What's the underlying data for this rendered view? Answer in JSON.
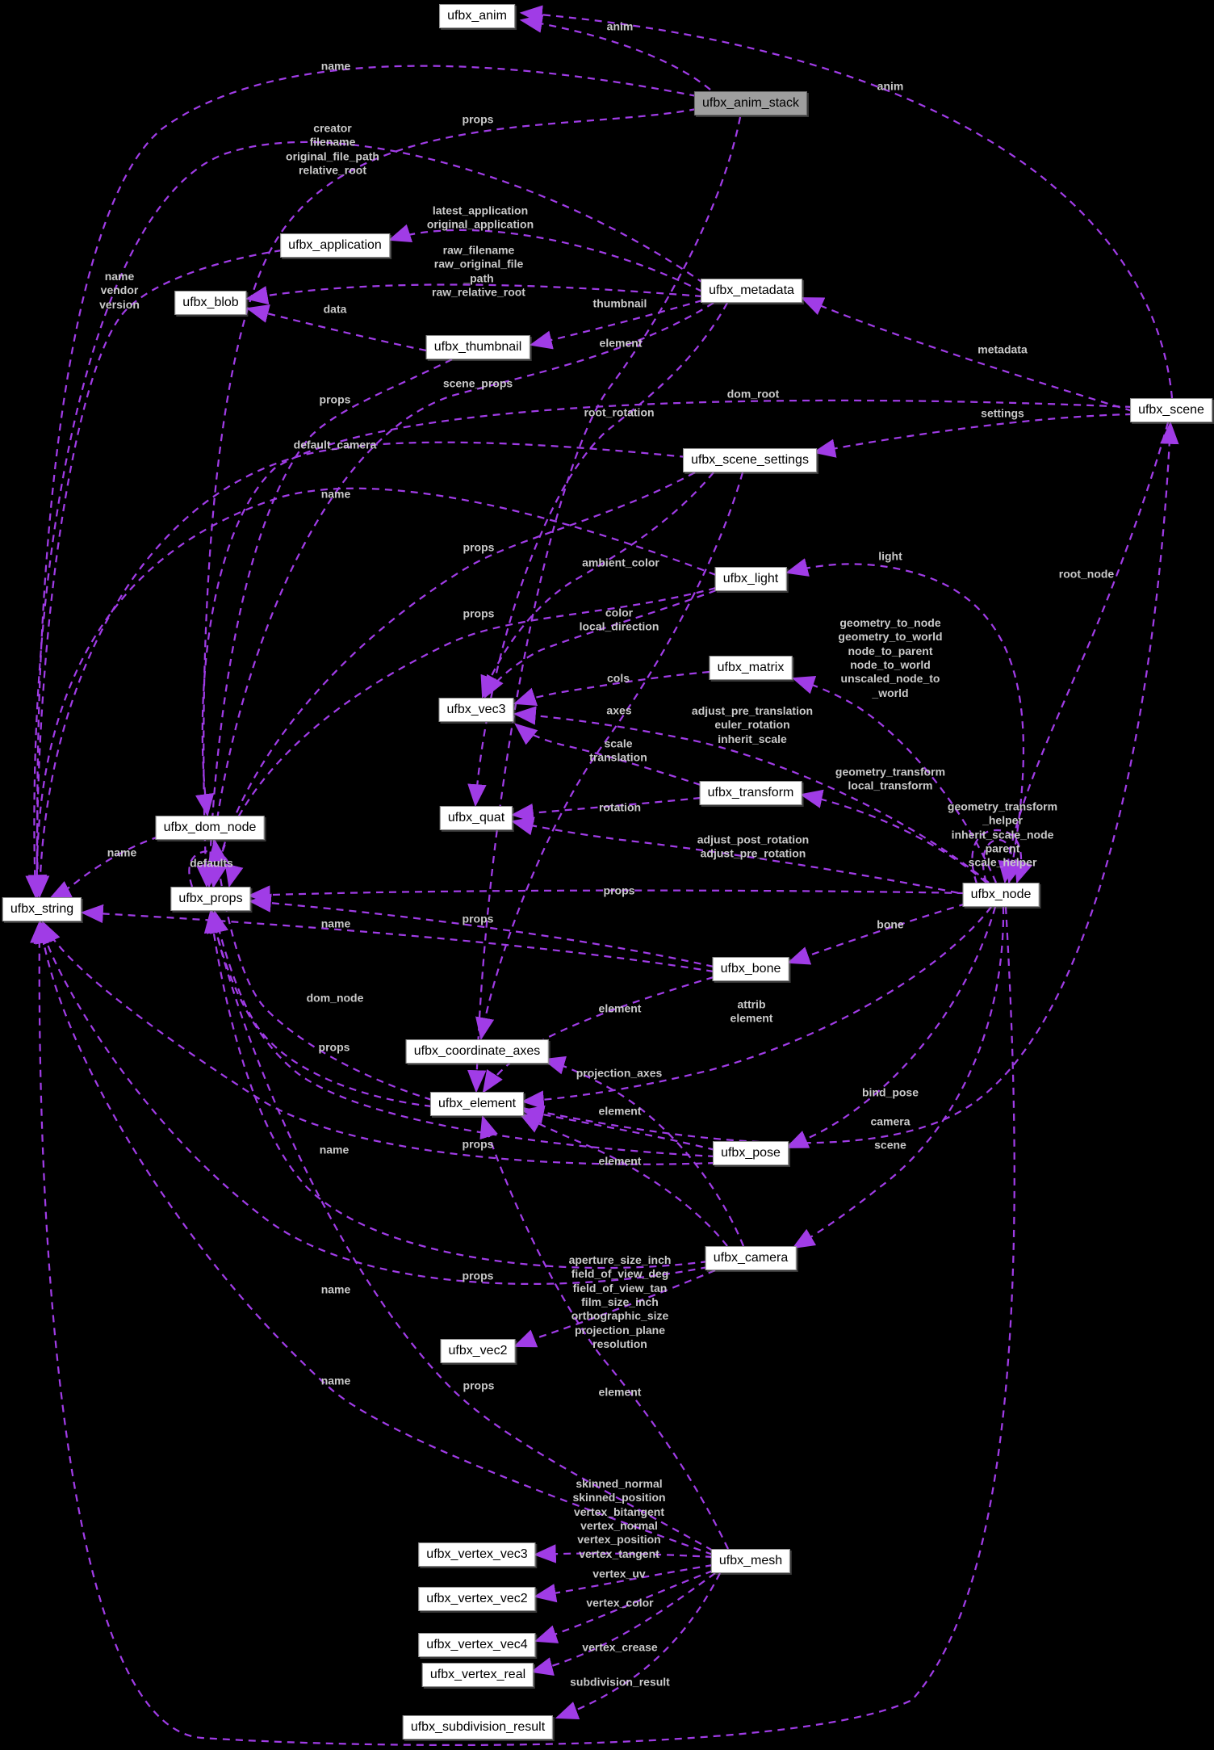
{
  "diagram": {
    "kind": "collaboration-graph",
    "highlighted_node": "anim_stack",
    "colors": {
      "background": "#000000",
      "edge": "#a03ce6",
      "edge_label": "#c9c9c9",
      "node_background": "#ffffff",
      "node_border": "#8f8f8f",
      "highlight_background": "#9e9e9e",
      "node_text": "#000000"
    }
  },
  "nodes": [
    {
      "id": "anim",
      "label": "ufbx_anim"
    },
    {
      "id": "anim_stack",
      "label": "ufbx_anim_stack"
    },
    {
      "id": "application",
      "label": "ufbx_application"
    },
    {
      "id": "blob",
      "label": "ufbx_blob"
    },
    {
      "id": "metadata",
      "label": "ufbx_metadata"
    },
    {
      "id": "thumbnail",
      "label": "ufbx_thumbnail"
    },
    {
      "id": "scene_settings",
      "label": "ufbx_scene_settings"
    },
    {
      "id": "scene",
      "label": "ufbx_scene"
    },
    {
      "id": "light",
      "label": "ufbx_light"
    },
    {
      "id": "matrix",
      "label": "ufbx_matrix"
    },
    {
      "id": "vec3",
      "label": "ufbx_vec3"
    },
    {
      "id": "transform",
      "label": "ufbx_transform"
    },
    {
      "id": "quat",
      "label": "ufbx_quat"
    },
    {
      "id": "dom_node",
      "label": "ufbx_dom_node"
    },
    {
      "id": "string",
      "label": "ufbx_string"
    },
    {
      "id": "props",
      "label": "ufbx_props"
    },
    {
      "id": "node",
      "label": "ufbx_node"
    },
    {
      "id": "bone",
      "label": "ufbx_bone"
    },
    {
      "id": "coordinate_axes",
      "label": "ufbx_coordinate_axes"
    },
    {
      "id": "element",
      "label": "ufbx_element"
    },
    {
      "id": "pose",
      "label": "ufbx_pose"
    },
    {
      "id": "camera",
      "label": "ufbx_camera"
    },
    {
      "id": "vec2",
      "label": "ufbx_vec2"
    },
    {
      "id": "mesh",
      "label": "ufbx_mesh"
    },
    {
      "id": "vertex_vec3",
      "label": "ufbx_vertex_vec3"
    },
    {
      "id": "vertex_vec2",
      "label": "ufbx_vertex_vec2"
    },
    {
      "id": "vertex_vec4",
      "label": "ufbx_vertex_vec4"
    },
    {
      "id": "vertex_real",
      "label": "ufbx_vertex_real"
    },
    {
      "id": "subdivision_result",
      "label": "ufbx_subdivision_result"
    }
  ],
  "edges": [
    {
      "from": "anim_stack",
      "to": "anim",
      "label": "anim"
    },
    {
      "from": "scene",
      "to": "anim",
      "label": "anim"
    },
    {
      "from": "anim_stack",
      "to": "string",
      "label": "name"
    },
    {
      "from": "anim_stack",
      "to": "props",
      "label": "props"
    },
    {
      "from": "anim_stack",
      "to": "element",
      "label": "element"
    },
    {
      "from": "metadata",
      "to": "application",
      "label": "latest_application\noriginal_application"
    },
    {
      "from": "metadata",
      "to": "string",
      "label": "creator\nfilename\noriginal_file_path\nrelative_root"
    },
    {
      "from": "metadata",
      "to": "blob",
      "label": "raw_filename\nraw_original_file\n_path\nraw_relative_root"
    },
    {
      "from": "thumbnail",
      "to": "blob",
      "label": "data"
    },
    {
      "from": "metadata",
      "to": "thumbnail",
      "label": "thumbnail"
    },
    {
      "from": "scene",
      "to": "metadata",
      "label": "metadata"
    },
    {
      "from": "scene",
      "to": "scene_settings",
      "label": "settings"
    },
    {
      "from": "scene",
      "to": "dom_node",
      "label": "dom_root"
    },
    {
      "from": "metadata",
      "to": "props",
      "label": "scene_props"
    },
    {
      "from": "metadata",
      "to": "quat",
      "label": "root_rotation"
    },
    {
      "from": "thumbnail",
      "to": "props",
      "label": "props"
    },
    {
      "from": "scene_settings",
      "to": "string",
      "label": "default_camera"
    },
    {
      "from": "scene_settings",
      "to": "vec3",
      "label": "ambient_color"
    },
    {
      "from": "scene_settings",
      "to": "props",
      "label": "props"
    },
    {
      "from": "scene_settings",
      "to": "coordinate_axes",
      "label": "axes"
    },
    {
      "from": "light",
      "to": "string",
      "label": "name"
    },
    {
      "from": "light",
      "to": "props",
      "label": "props"
    },
    {
      "from": "light",
      "to": "vec3",
      "label": "color\nlocal_direction"
    },
    {
      "from": "node",
      "to": "light",
      "label": "light"
    },
    {
      "from": "node",
      "to": "matrix",
      "label": "geometry_to_node\ngeometry_to_world\nnode_to_parent\nnode_to_world\nunscaled_node_to\n_world"
    },
    {
      "from": "node",
      "to": "vec3",
      "label": "adjust_pre_translation\neuler_rotation\ninherit_scale"
    },
    {
      "from": "matrix",
      "to": "vec3",
      "label": "cols"
    },
    {
      "from": "node",
      "to": "transform",
      "label": "geometry_transform\nlocal_transform"
    },
    {
      "from": "transform",
      "to": "vec3",
      "label": "scale\ntranslation"
    },
    {
      "from": "transform",
      "to": "quat",
      "label": "rotation"
    },
    {
      "from": "node",
      "to": "quat",
      "label": "adjust_post_rotation\nadjust_pre_rotation"
    },
    {
      "from": "node",
      "to": "node",
      "label": "geometry_transform\n_helper\ninherit_scale_node\nparent\nscale_helper"
    },
    {
      "from": "scene",
      "to": "node",
      "label": "root_node"
    },
    {
      "from": "node",
      "to": "props",
      "label": "props"
    },
    {
      "from": "node",
      "to": "bone",
      "label": "bone"
    },
    {
      "from": "bone",
      "to": "props",
      "label": "props"
    },
    {
      "from": "bone",
      "to": "string",
      "label": "name"
    },
    {
      "from": "bone",
      "to": "element",
      "label": "element"
    },
    {
      "from": "node",
      "to": "element",
      "label": "attrib\nelement"
    },
    {
      "from": "element",
      "to": "dom_node",
      "label": "dom_node"
    },
    {
      "from": "element",
      "to": "props",
      "label": "props"
    },
    {
      "from": "element",
      "to": "scene",
      "label": "scene"
    },
    {
      "from": "node",
      "to": "pose",
      "label": "bind_pose"
    },
    {
      "from": "pose",
      "to": "element",
      "label": "element"
    },
    {
      "from": "pose",
      "to": "props",
      "label": "props"
    },
    {
      "from": "pose",
      "to": "string",
      "label": "name"
    },
    {
      "from": "node",
      "to": "camera",
      "label": "camera"
    },
    {
      "from": "camera",
      "to": "props",
      "label": "props"
    },
    {
      "from": "camera",
      "to": "string",
      "label": "name"
    },
    {
      "from": "camera",
      "to": "element",
      "label": "element"
    },
    {
      "from": "camera",
      "to": "coordinate_axes",
      "label": "projection_axes"
    },
    {
      "from": "camera",
      "to": "vec2",
      "label": "aperture_size_inch\nfield_of_view_deg\nfield_of_view_tan\nfilm_size_inch\northographic_size\nprojection_plane\nresolution"
    },
    {
      "from": "node",
      "to": "string",
      "label": "name"
    },
    {
      "from": "mesh",
      "to": "string",
      "label": "name"
    },
    {
      "from": "mesh",
      "to": "props",
      "label": "props"
    },
    {
      "from": "mesh",
      "to": "element",
      "label": "element"
    },
    {
      "from": "mesh",
      "to": "vertex_vec3",
      "label": "skinned_normal\nskinned_position\nvertex_bitangent\nvertex_normal\nvertex_position\nvertex_tangent"
    },
    {
      "from": "mesh",
      "to": "vertex_vec2",
      "label": "vertex_uv"
    },
    {
      "from": "mesh",
      "to": "vertex_vec4",
      "label": "vertex_color"
    },
    {
      "from": "mesh",
      "to": "vertex_real",
      "label": "vertex_crease"
    },
    {
      "from": "mesh",
      "to": "subdivision_result",
      "label": "subdivision_result"
    },
    {
      "from": "props",
      "to": "props",
      "label": "defaults"
    },
    {
      "from": "dom_node",
      "to": "string",
      "label": "name"
    },
    {
      "from": "application",
      "to": "string",
      "label": "name\nvendor\nversion"
    }
  ]
}
